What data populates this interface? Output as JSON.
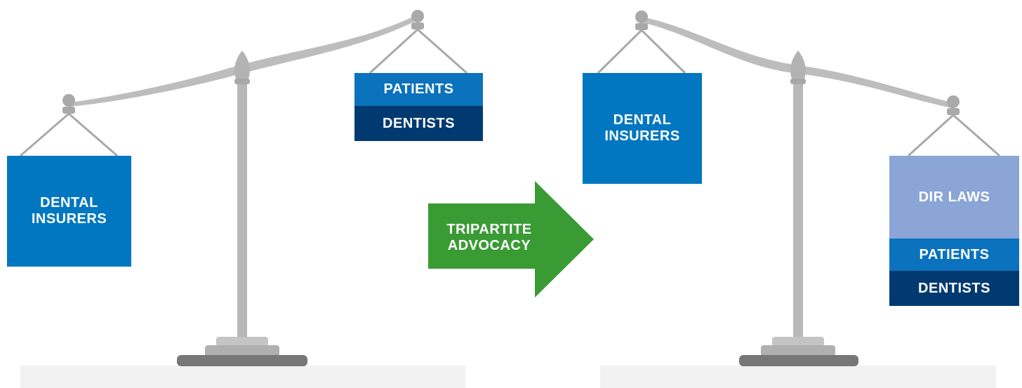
{
  "left_scale": {
    "heavy_pan": {
      "label": "DENTAL\nINSURERS"
    },
    "light_pan": {
      "top_label": "PATIENTS",
      "bottom_label": "DENTISTS"
    }
  },
  "arrow": {
    "label": "TRIPARTITE\nADVOCACY"
  },
  "right_scale": {
    "light_pan": {
      "label": "DENTAL\nINSURERS"
    },
    "heavy_pan": {
      "top_label": "DIR LAWS",
      "middle_label": "PATIENTS",
      "bottom_label": "DENTISTS"
    }
  },
  "colors": {
    "insurers": "#0077c0",
    "patients": "#0b72bd",
    "dentists": "#003a70",
    "dir_laws": "#8aa5d6",
    "arrow": "#3a9b35",
    "scale": "#bdbdbd",
    "base_dark": "#777777",
    "platform": "#f2f2f2"
  }
}
